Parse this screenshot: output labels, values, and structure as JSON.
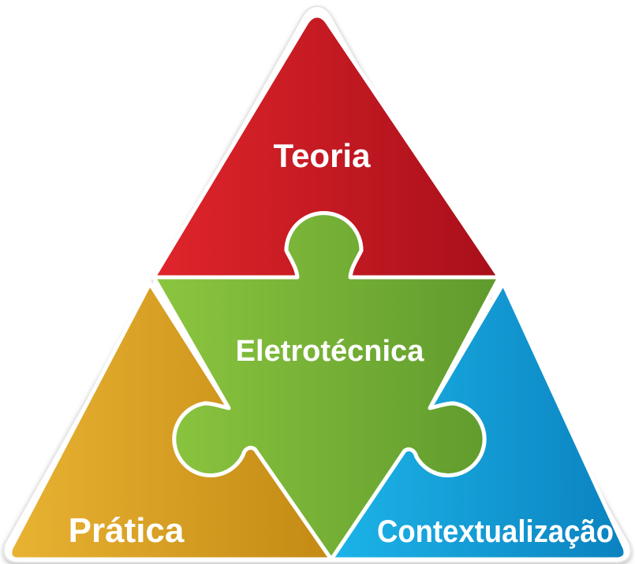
{
  "pieces": {
    "top": {
      "label": "Teoria",
      "color_light": "#e0252b",
      "color_dark": "#a80f1a"
    },
    "left": {
      "label": "Prática",
      "color_light": "#e8b232",
      "color_dark": "#c48a14"
    },
    "right": {
      "label": "Contextualização",
      "color_light": "#1cb4e8",
      "color_dark": "#0b82c0"
    },
    "center": {
      "label": "Eletrotécnica",
      "color_light": "#8cc63f",
      "color_dark": "#5f9a2d"
    }
  }
}
